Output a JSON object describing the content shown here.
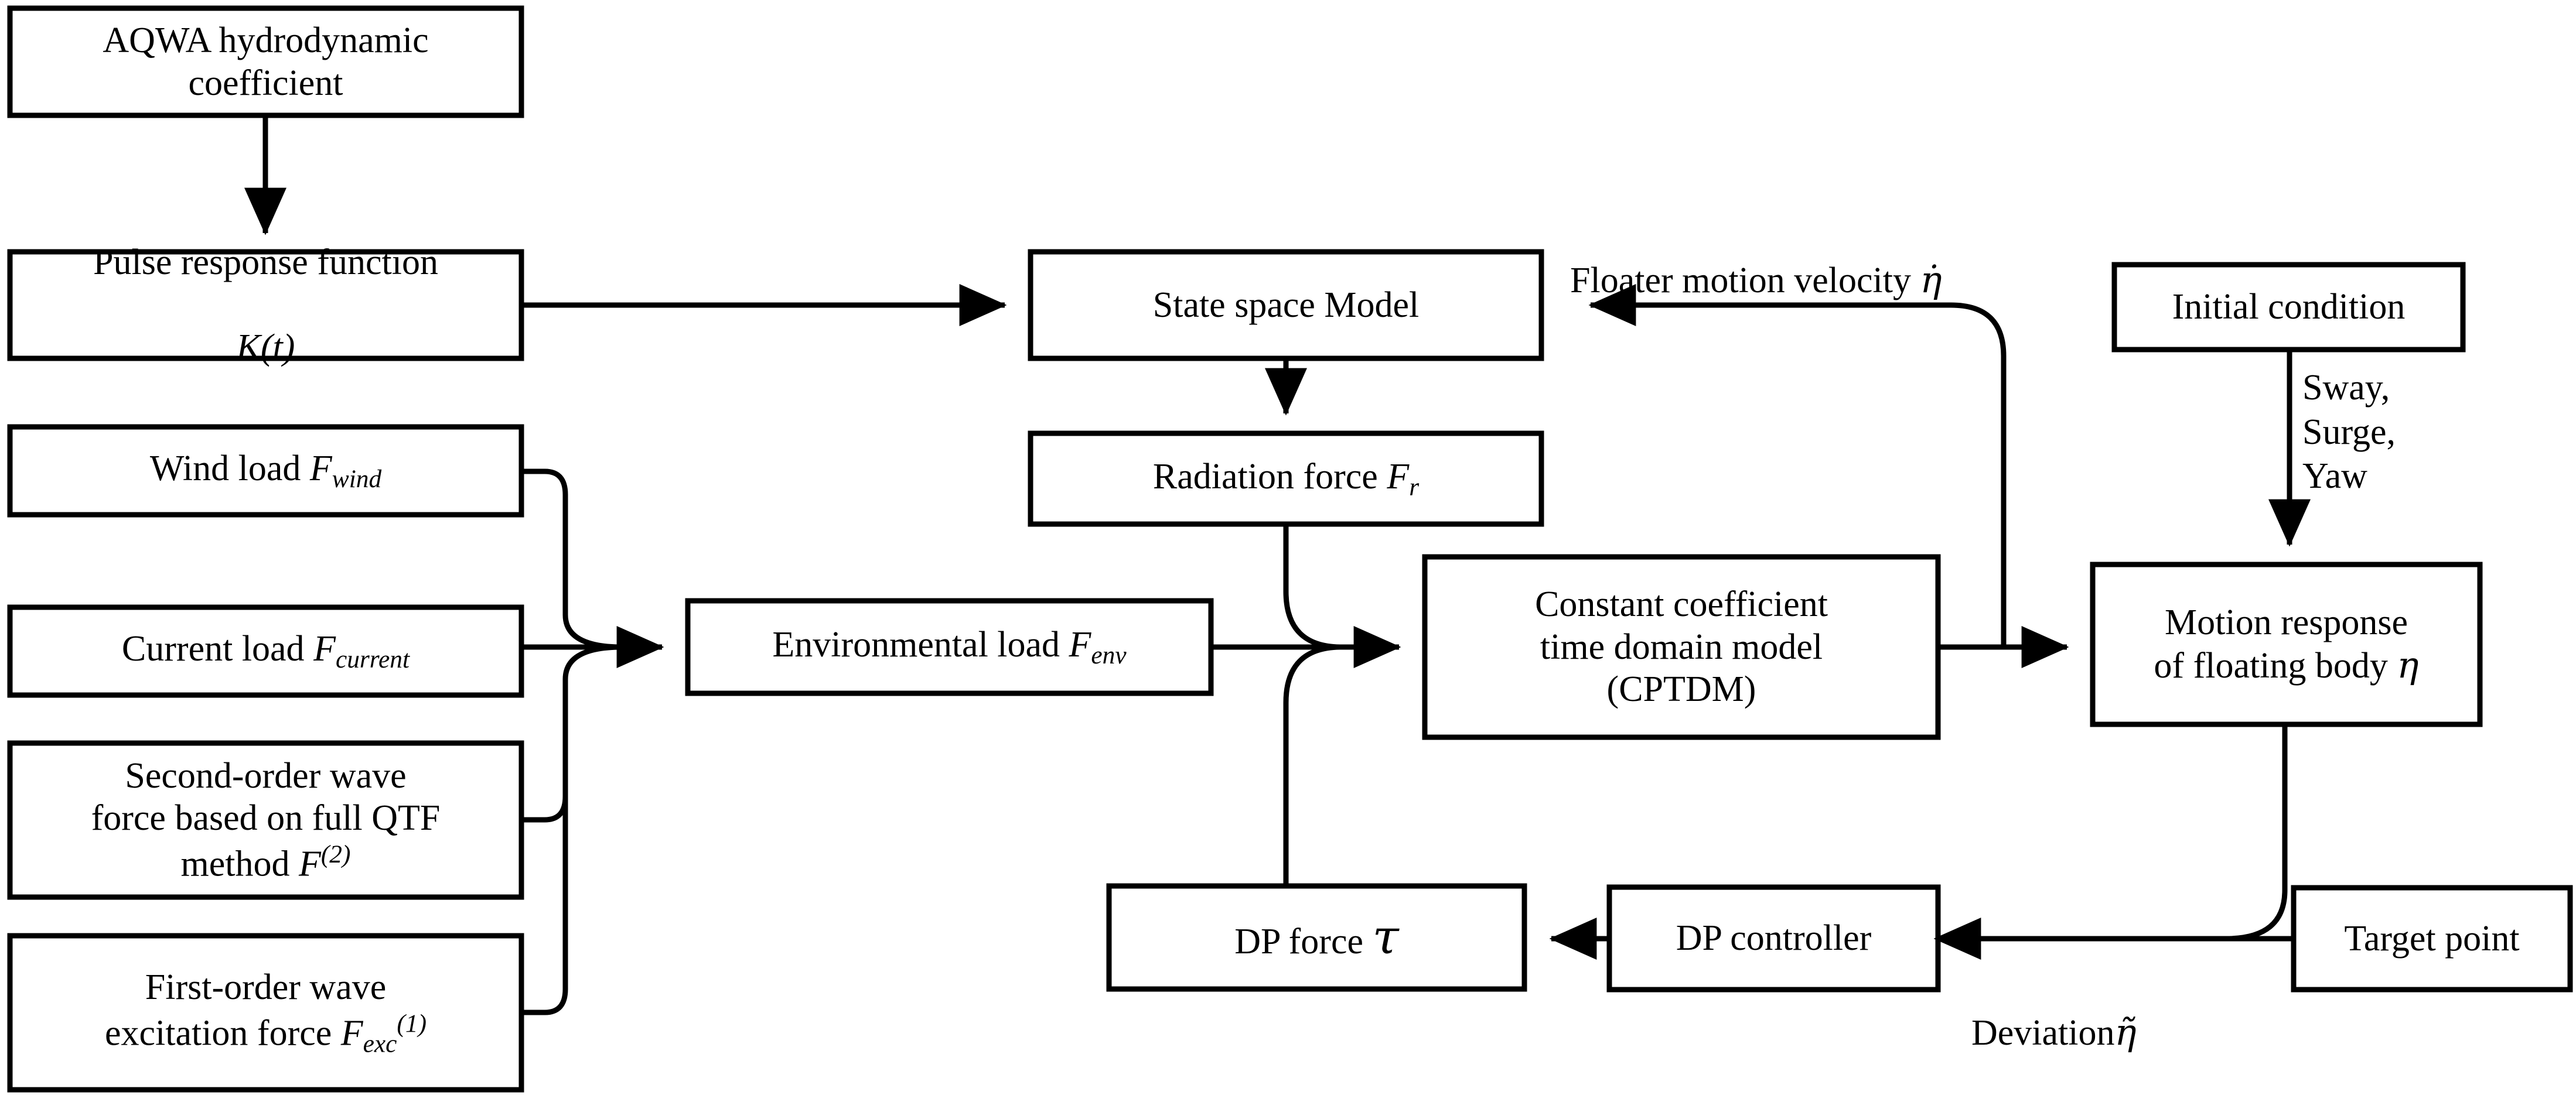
{
  "diagram": {
    "title": "Coupled hydrodynamic / dynamic-positioning time-domain simulation flowchart",
    "background_color": "#ffffff",
    "line_color": "#000000",
    "box_fill": "#ffffff",
    "nodes": {
      "aqwa": {
        "label": "AQWA hydrodynamic\ncoefficient"
      },
      "pulse": {
        "label": "Pulse response function",
        "symbol": "K(t)"
      },
      "wind": {
        "label": "Wind load ",
        "symbol_base": "F",
        "symbol_sub": "wind"
      },
      "current": {
        "label": "Current load ",
        "symbol_base": "F",
        "symbol_sub": "current"
      },
      "second_order": {
        "label": "Second-order wave\nforce based on full QTF\nmethod ",
        "symbol_base": "F",
        "symbol_sup": "(2)"
      },
      "first_order": {
        "label": "First-order wave\nexcitation force ",
        "symbol_base": "F",
        "symbol_sub": "exc",
        "symbol_sup": "(1)"
      },
      "env_load": {
        "label": "Environmental load ",
        "symbol_base": "F",
        "symbol_sub": "env"
      },
      "state_space": {
        "label": "State space Model"
      },
      "radiation": {
        "label": "Radiation force ",
        "symbol_base": "F",
        "symbol_sub": "r"
      },
      "cptdm": {
        "label": "Constant coefficient\ntime domain model\n(CPTDM)"
      },
      "initial_condition": {
        "label": "Initial condition"
      },
      "motion_response": {
        "label": "Motion response\nof floating body ",
        "symbol": "η"
      },
      "dp_force": {
        "label": "DP force ",
        "symbol": "τ"
      },
      "dp_controller": {
        "label": "DP controller"
      },
      "target_point": {
        "label": "Target point"
      }
    },
    "edge_labels": {
      "floater_velocity": {
        "text": "Floater motion velocity ",
        "symbol": "η̇"
      },
      "dof_list": {
        "text": "Sway,\nSurge,\nYaw"
      },
      "deviation": {
        "text": "Deviation",
        "symbol": "η̃"
      }
    }
  }
}
